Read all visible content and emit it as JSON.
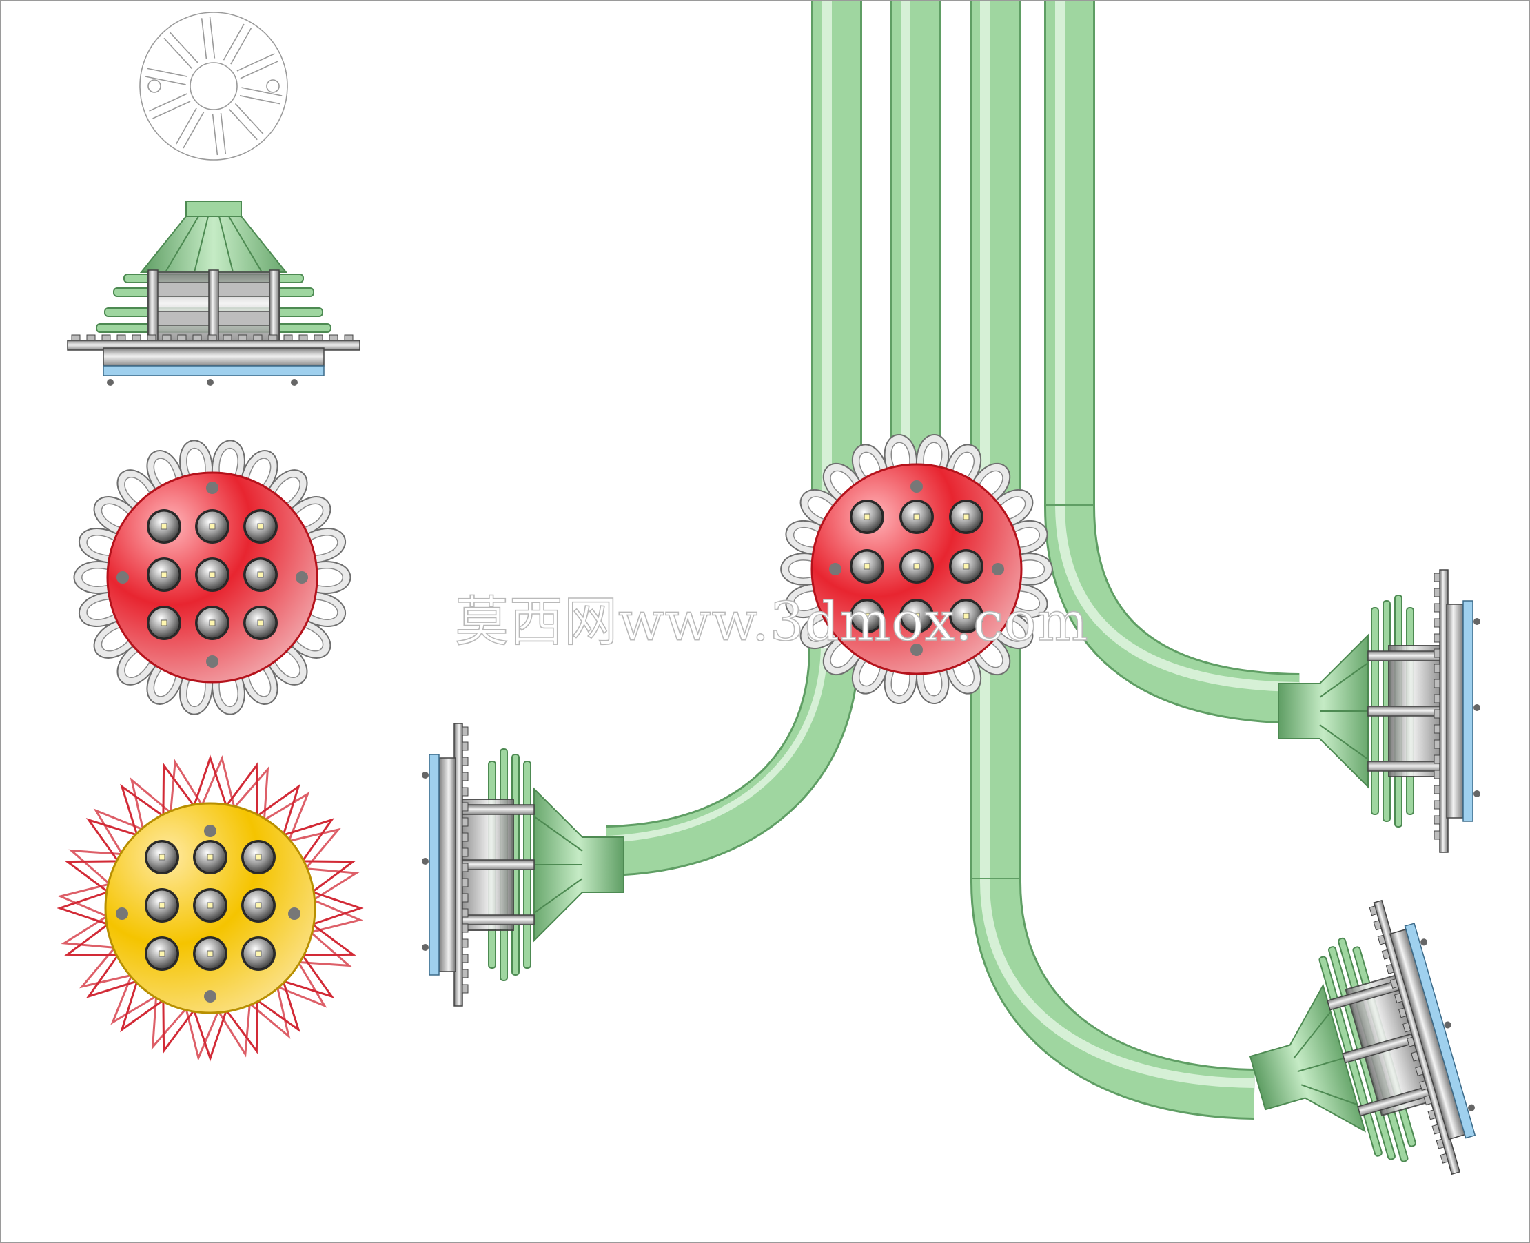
{
  "watermark": {
    "text": "莫西网www.3dmox.com"
  },
  "colors": {
    "pipe": "#9fd6a0",
    "pipe_dark": "#5f9e64",
    "pipe_light": "#d6f0d6",
    "red_lens": "#e21f2b",
    "yellow_lens": "#f2c000",
    "glass": "#9fd0ee",
    "metal": "#c9c9c9",
    "outline_red": "#d22a36"
  },
  "views": [
    {
      "id": "top-wireframe",
      "kind": "line-drawing"
    },
    {
      "id": "side-profile",
      "kind": "heatsink-side"
    },
    {
      "id": "front-red",
      "kind": "lamp-face",
      "leds": 9
    },
    {
      "id": "front-yellow",
      "kind": "lamp-face",
      "leds": 9
    }
  ],
  "fixtures": [
    {
      "id": "center-lamp-red",
      "leds": 9
    },
    {
      "id": "left-spot",
      "facing": "left"
    },
    {
      "id": "right-spot",
      "facing": "right"
    },
    {
      "id": "bottom-right-spot",
      "facing": "right"
    }
  ]
}
